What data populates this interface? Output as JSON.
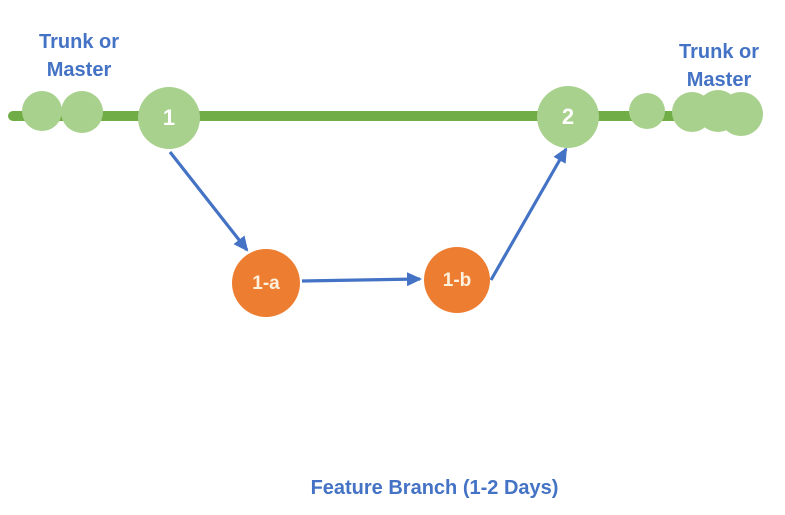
{
  "labels": {
    "trunk_left_line1": "Trunk or",
    "trunk_left_line2": "Master",
    "trunk_right_line1": "Trunk or",
    "trunk_right_line2": "Master",
    "caption": "Feature Branch (1-2 Days)"
  },
  "nodes": {
    "commit_1": "1",
    "commit_2": "2",
    "feature_1a": "1-a",
    "feature_1b": "1-b"
  },
  "colors": {
    "trunk_line": "#70ad47",
    "commit_node": "#a9d18e",
    "feature_node": "#ed7d31",
    "arrow_blue": "#4472c4",
    "label_blue": "#4472c4",
    "commit_label_text": "#ffffff",
    "feature_label_text": "#fdf0dc"
  }
}
